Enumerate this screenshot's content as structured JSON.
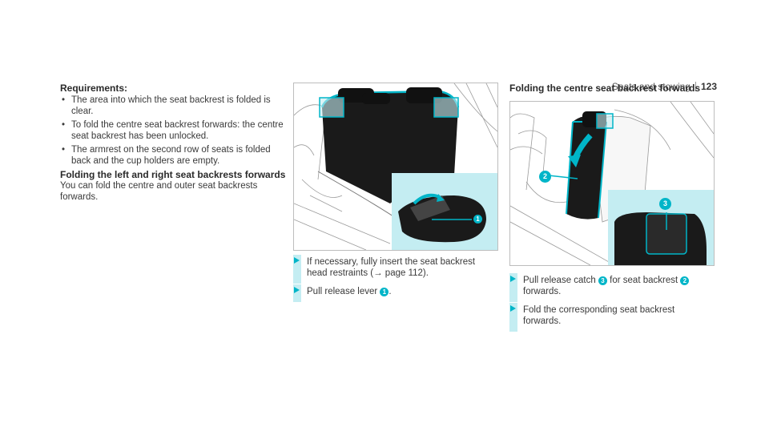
{
  "header": {
    "section": "Seats and stowing",
    "page_number": "123"
  },
  "col1": {
    "requirements_heading": "Requirements:",
    "requirements": [
      "The area into which the seat backrest is folded is clear.",
      "To fold the centre seat backrest forwards: the centre seat backrest has been unlocked.",
      "The armrest on the second row of seats is folded back and the cup holders are empty."
    ],
    "section_heading": "Folding the left and right seat backrests forwards",
    "section_text": "You can fold the centre and outer seat backrests forwards."
  },
  "figure1": {
    "callouts": [
      "1"
    ]
  },
  "steps1": [
    {
      "text_before": "If necessary, fully insert the seat backrest head restraints (",
      "link_arrow": "→",
      "link_text": " page 112).",
      "num": "",
      "text_after": ""
    },
    {
      "text_before": "Pull release lever ",
      "link_arrow": "",
      "link_text": "",
      "num": "1",
      "text_after": "."
    }
  ],
  "col3": {
    "heading": "Folding the centre seat backrest forwards"
  },
  "figure2": {
    "callouts": [
      "2",
      "3"
    ]
  },
  "steps2": [
    {
      "text_before": "Pull release catch ",
      "num_a": "3",
      "text_mid": " for seat backrest ",
      "num_b": "2",
      "text_after": " forwards."
    },
    {
      "text_before": "Fold the corresponding seat backrest forwards.",
      "num_a": "",
      "text_mid": "",
      "num_b": "",
      "text_after": ""
    }
  ],
  "colors": {
    "accent": "#00b5c8",
    "accent_light": "#c4edf2"
  },
  "icons": [
    "step-arrow-icon",
    "link-arrow-icon"
  ]
}
